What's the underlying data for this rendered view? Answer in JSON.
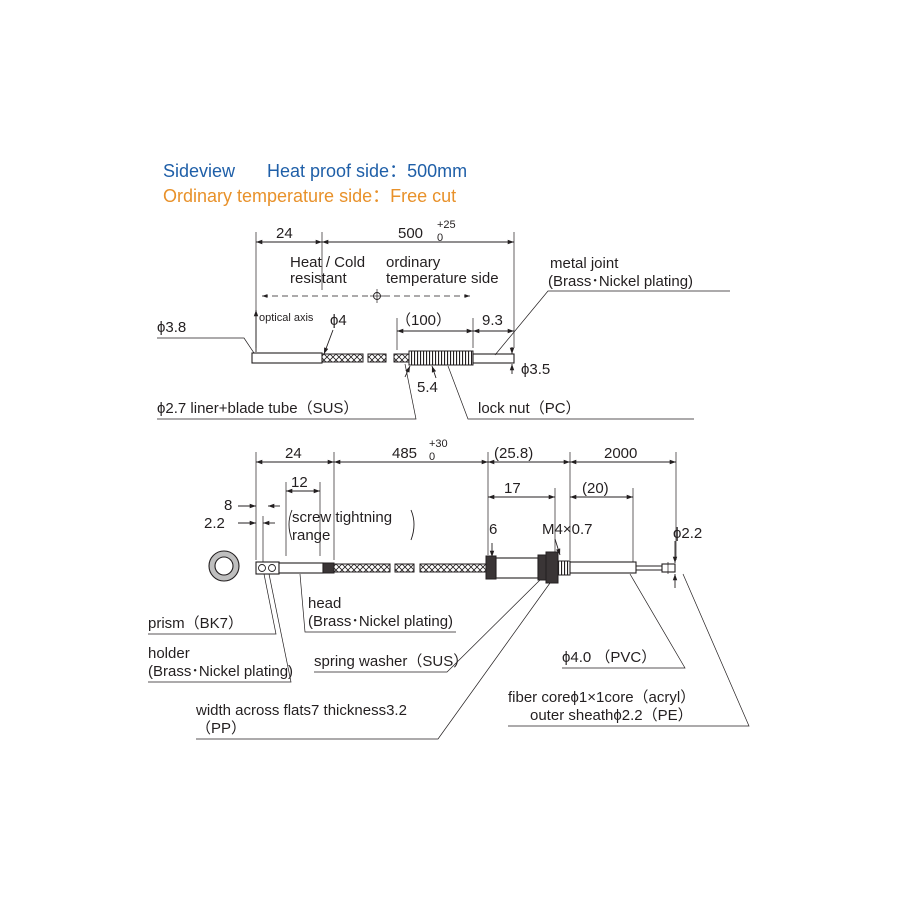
{
  "header": {
    "line1_a": "Sideview",
    "line1_b": "Heat proof side：500mm",
    "line2": "Ordinary temperature side：Free cut",
    "color_blue": "#1f5fa8",
    "color_orange": "#e8912a"
  },
  "top_view": {
    "dim_24": "24",
    "dim_500": "500",
    "tol_500_upper": "+25",
    "tol_500_lower": "0",
    "region_heat_1": "Heat / Cold",
    "region_heat_2": "resistant",
    "region_ord_1": "ordinary",
    "region_ord_2": "temperature side",
    "label_optical_axis": "optical axis",
    "label_phi4": "ϕ4",
    "dim_100": "（100）",
    "dim_9_3": "9.3",
    "label_phi3_8": "ϕ3.8",
    "label_phi3_5": "ϕ3.5",
    "dim_5_4": "5.4",
    "callout_metal_joint_1": "metal joint",
    "callout_metal_joint_2": "(Brass･Nickel plating)",
    "callout_liner": "ϕ2.7 liner+blade tube（SUS）",
    "callout_lock_nut": "lock nut（PC）"
  },
  "bottom_view": {
    "dim_24": "24",
    "dim_485": "485",
    "tol_485_upper": "+30",
    "tol_485_lower": "0",
    "dim_25_8": "(25.8)",
    "dim_2000": "2000",
    "dim_12": "12",
    "dim_17": "17",
    "dim_20": "(20)",
    "dim_8": "8",
    "dim_2_2": "2.2",
    "screw_range_1": "screw tightning",
    "screw_range_2": "range",
    "dim_6": "6",
    "label_m4": "M4×0.7",
    "label_phi2_2": "ϕ2.2",
    "callout_prism": "prism（BK7）",
    "callout_head_1": "head",
    "callout_head_2": "(Brass･Nickel plating)",
    "callout_holder_1": "holder",
    "callout_holder_2": "(Brass･Nickel plating)",
    "callout_spring_washer": "spring washer（SUS）",
    "callout_phi4_pvc": "ϕ4.0 （PVC）",
    "callout_fiber_1": "fiber coreϕ1×1core（acryl）",
    "callout_fiber_2": "outer sheathϕ2.2（PE）",
    "callout_width_1": "width across flats7 thickness3.2",
    "callout_width_2": "（PP）"
  }
}
